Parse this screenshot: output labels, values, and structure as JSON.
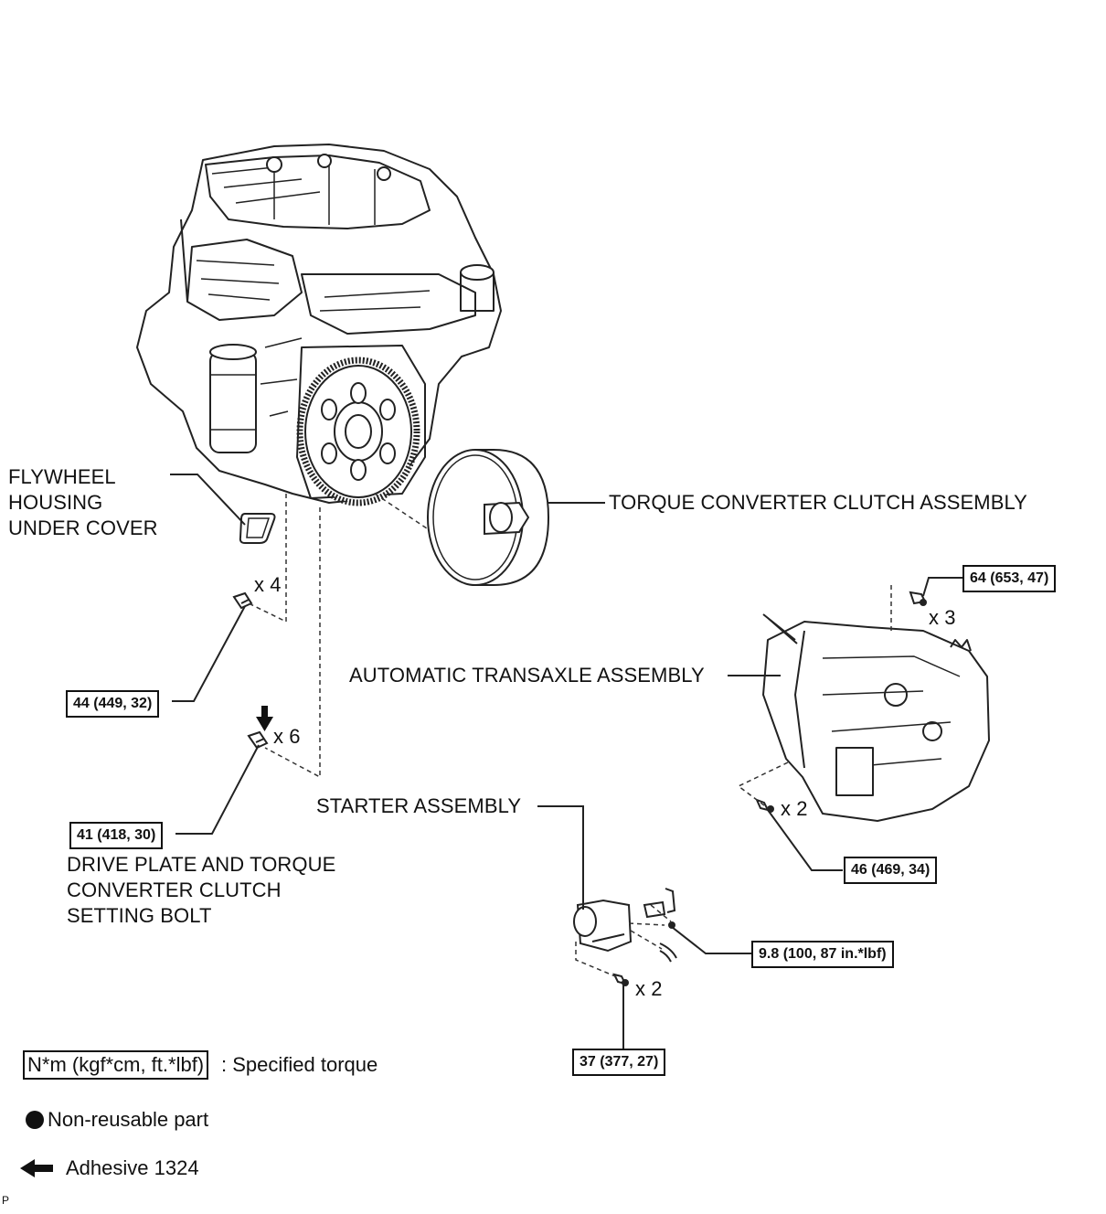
{
  "labels": {
    "flywheel_cover": [
      "FLYWHEEL",
      "HOUSING",
      "UNDER COVER"
    ],
    "torque_converter": "TORQUE CONVERTER CLUTCH ASSEMBLY",
    "transaxle": "AUTOMATIC TRANSAXLE ASSEMBLY",
    "starter": "STARTER ASSEMBLY",
    "drive_plate_bolt": [
      "DRIVE PLATE AND TORQUE",
      "CONVERTER CLUTCH",
      "SETTING BOLT"
    ]
  },
  "quantities": {
    "flywheel_cover_bolts": "x 4",
    "setting_bolts": "x 6",
    "transaxle_upper_bolts": "x 3",
    "transaxle_lower_bolts": "x 2",
    "starter_bolts": "x 2"
  },
  "torques": {
    "transaxle_upper": "64 (653, 47)",
    "flywheel_cover": "44 (449, 32)",
    "setting_bolt": "41 (418, 30)",
    "transaxle_lower": "46 (469, 34)",
    "starter_nut": "9.8 (100, 87 in.*lbf)",
    "starter_bolt": "37 (377, 27)"
  },
  "legend": {
    "torque_unit": "N*m (kgf*cm, ft.*lbf)",
    "torque_desc": ": Specified torque",
    "non_reusable": "Non-reusable part",
    "adhesive": "Adhesive 1324"
  },
  "corner_mark": "P"
}
